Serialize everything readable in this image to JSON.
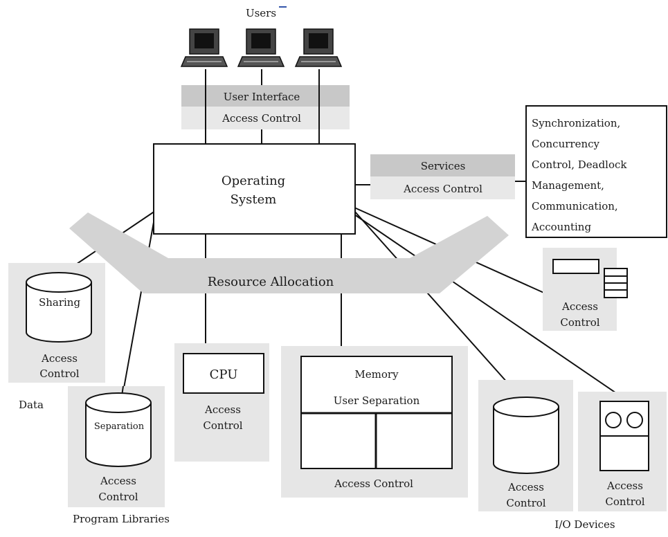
{
  "diagram": {
    "users_label": "Users",
    "ui_panel": {
      "title": "User Interface",
      "subtitle": "Access Control"
    },
    "os_label_line1": "Operating",
    "os_label_line2": "System",
    "services_panel": {
      "title": "Services",
      "subtitle": "Access Control"
    },
    "services_details": [
      "Synchronization,",
      "Concurrency",
      "Control, Deadlock",
      "Management,",
      "Communication,",
      "Accounting"
    ],
    "resource_allocation_label": "Resource Allocation",
    "data_panel": {
      "cylinder_label": "Sharing",
      "access_line1": "Access",
      "access_line2": "Control",
      "caption": "Data"
    },
    "libraries_panel": {
      "cylinder_label": "Separation",
      "access_line1": "Access",
      "access_line2": "Control",
      "caption": "Program Libraries"
    },
    "cpu_panel": {
      "chip_label": "CPU",
      "access_line1": "Access",
      "access_line2": "Control"
    },
    "memory_panel": {
      "line1": "Memory",
      "line2": "User Separation",
      "access": "Access Control"
    },
    "printer_panel": {
      "access_line1": "Access",
      "access_line2": "Control"
    },
    "disk_panel": {
      "access_line1": "Access",
      "access_line2": "Control"
    },
    "tape_panel": {
      "access_line1": "Access",
      "access_line2": "Control"
    },
    "io_caption": "I/O Devices"
  },
  "colors": {
    "band": "#d3d3d3",
    "panel": "#e6e6e6",
    "ui_title_bg": "#c8c8c8",
    "ui_sub_bg": "#e8e8e8"
  }
}
